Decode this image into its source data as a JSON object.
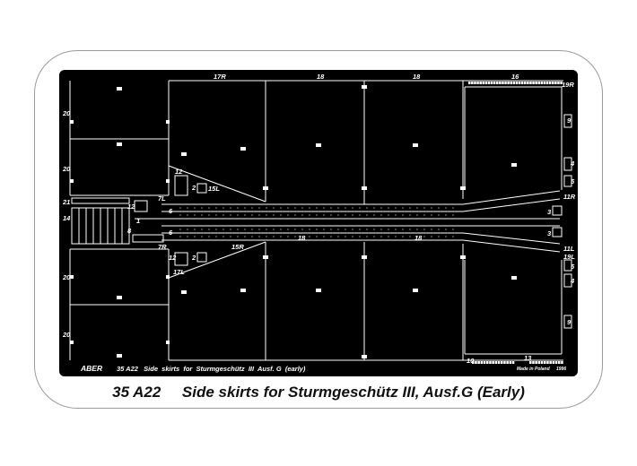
{
  "caption": "35 A22     Side skirts for Sturmgeschütz III, Ausf.G (Early)",
  "fret": {
    "brand": "ABER",
    "footer": "35 A22   Side  skirts  for  Sturmgeschütz  III  Ausf. G  (early)",
    "made_in": "Made in Poland",
    "year": "1996"
  },
  "labels": {
    "p20": "20",
    "p21": "21",
    "p14": "14",
    "p17R": "17R",
    "p18": "18",
    "p16": "16",
    "p19R": "19R",
    "p9": "9",
    "p4": "4",
    "p5": "5",
    "p11R": "11R",
    "p3": "3",
    "p11L": "11L",
    "p19L": "19L",
    "p10": "10",
    "p13": "13",
    "p12": "12",
    "p7L": "7L",
    "p7R": "7R",
    "p6": "6",
    "p1": "1",
    "p2": "2",
    "p8": "8",
    "p15L": "15L",
    "p15R": "15R",
    "p17L": "17L"
  },
  "colors": {
    "fret": "#000000",
    "etch": "#ffffff",
    "frame_border": "#9a9a9a",
    "caption": "#111111"
  }
}
